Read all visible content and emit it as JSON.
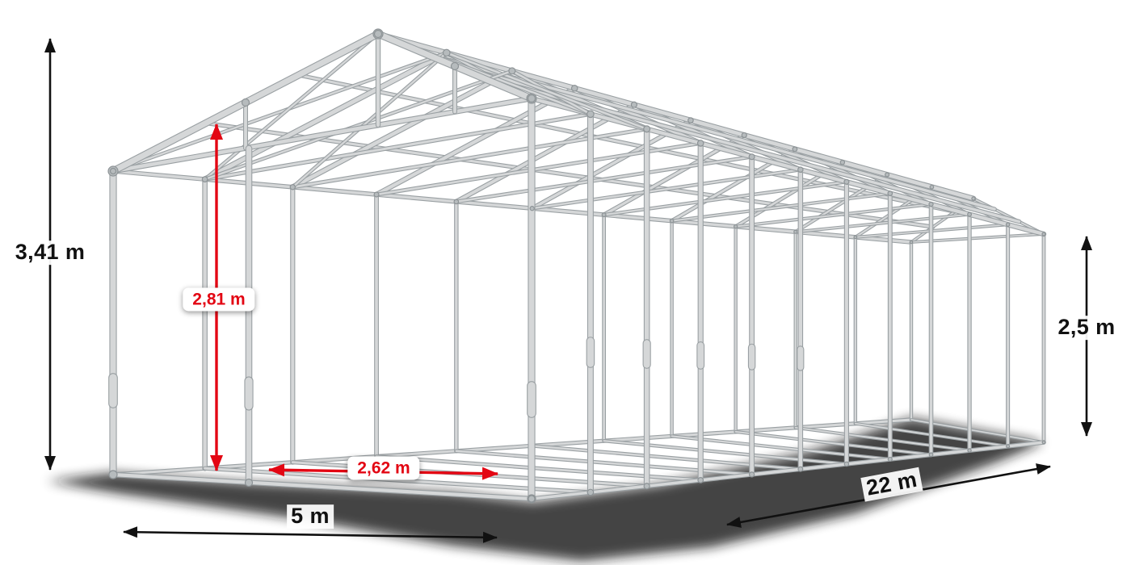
{
  "diagram": {
    "dimensions": {
      "total_height": "3,41 m",
      "entrance_height": "2,81 m",
      "entrance_width": "2,62 m",
      "width": "5 m",
      "length": "22 m",
      "side_height": "2,5 m"
    },
    "colors": {
      "accent_red": "#e30613",
      "dimension_black": "#111111",
      "frame_light": "#d5d7d8",
      "frame_dark": "#9aa0a3",
      "joint_fill": "#b6bbbd",
      "joint_ring": "#8d9396",
      "shadow": "#151515",
      "background": "#ffffff"
    }
  }
}
